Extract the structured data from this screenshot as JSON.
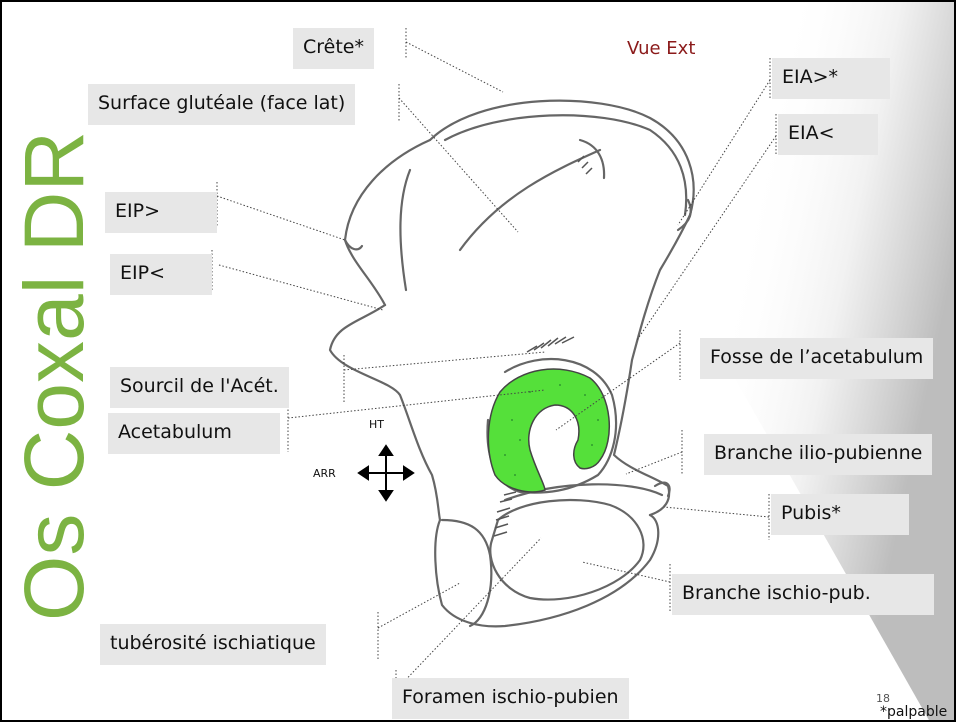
{
  "slide": {
    "title": "Os Coxal DR",
    "view": "Vue Ext",
    "page_number": "18",
    "footnote": "*palpable"
  },
  "colors": {
    "title_green": "#7cb342",
    "view_red": "#8b1a1a",
    "acetabulum_fill": "#55e03a",
    "label_bg": "#e7e7e7"
  },
  "direction": {
    "up_label": "HT",
    "back_label": "ARR",
    "icon": "four-way-arrow-icon"
  },
  "labels": {
    "crete": "Crête*",
    "surface_glutéale": "Surface glutéale (face lat)",
    "eip_sup": "EIP>",
    "eip_inf": "EIP<",
    "sourcil": "Sourcil de l'Acét.",
    "acetabulum": "Acetabulum",
    "tuberosite": "tubérosité ischiatique",
    "foramen": "Foramen ischio-pubien",
    "eia_sup": "EIA>*",
    "eia_inf": "EIA<",
    "fosse": "Fosse de l’acetabulum",
    "branche_ilio": "Branche ilio-pubienne",
    "pubis": "Pubis*",
    "branche_ischio": "Branche ischio-pub."
  }
}
